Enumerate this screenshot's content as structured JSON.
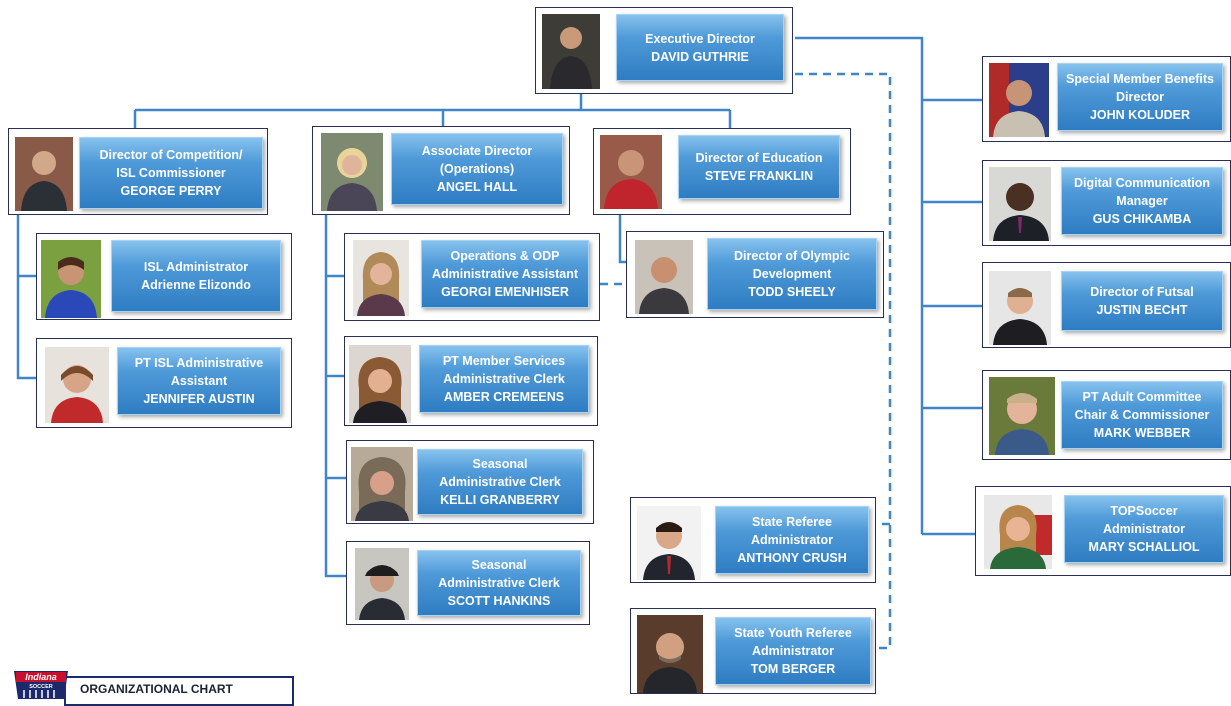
{
  "chart": {
    "title": "ORGANIZATIONAL CHART",
    "logo_text": "Indiana",
    "logo_sub": "SOCCER"
  },
  "executive": {
    "lines": [
      "Executive Director",
      "DAVID GUTHRIE"
    ]
  },
  "directors": [
    {
      "lines": [
        "Director of Competition/",
        "ISL Commissioner",
        "GEORGE PERRY"
      ]
    },
    {
      "lines": [
        "Associate Director",
        "(Operations)",
        "ANGEL HALL"
      ]
    },
    {
      "lines": [
        "Director of Education",
        "STEVE FRANKLIN"
      ]
    }
  ],
  "competition_staff": [
    {
      "lines": [
        "ISL Administrator",
        "Adrienne Elizondo"
      ]
    },
    {
      "lines": [
        "PT ISL Administrative",
        "Assistant",
        "JENNIFER AUSTIN"
      ]
    }
  ],
  "operations_staff": [
    {
      "lines": [
        "Operations  & ODP",
        "Administrative Assistant",
        "GEORGI EMENHISER"
      ]
    },
    {
      "lines": [
        "PT Member Services",
        "Administrative Clerk",
        "AMBER CREMEENS"
      ]
    },
    {
      "lines": [
        "Seasonal",
        "Administrative Clerk",
        "KELLI GRANBERRY"
      ]
    },
    {
      "lines": [
        "Seasonal",
        "Administrative Clerk",
        "SCOTT HANKINS"
      ]
    }
  ],
  "education_staff": [
    {
      "lines": [
        "Director of Olympic",
        "Development",
        "TODD SHEELY"
      ]
    }
  ],
  "referee_staff": [
    {
      "lines": [
        "State Referee",
        "Administrator",
        "ANTHONY CRUSH"
      ]
    },
    {
      "lines": [
        "State Youth Referee",
        "Administrator",
        "TOM BERGER"
      ]
    }
  ],
  "right_staff": [
    {
      "lines": [
        "Special Member Benefits",
        "Director",
        "JOHN KOLUDER"
      ]
    },
    {
      "lines": [
        "Digital Communication",
        "Manager",
        "GUS CHIKAMBA"
      ]
    },
    {
      "lines": [
        "Director of Futsal",
        "JUSTIN BECHT"
      ]
    },
    {
      "lines": [
        "PT Adult Committee",
        "Chair & Commissioner",
        "MARK WEBBER"
      ]
    },
    {
      "lines": [
        "TOPSoccer",
        "Administrator",
        "MARY SCHALLIOL"
      ]
    }
  ],
  "colors": {
    "connector": "#3f86c8",
    "card_border": "#2a2f55",
    "label_top": "#86c2ee",
    "label_bottom": "#2e7cc2"
  }
}
